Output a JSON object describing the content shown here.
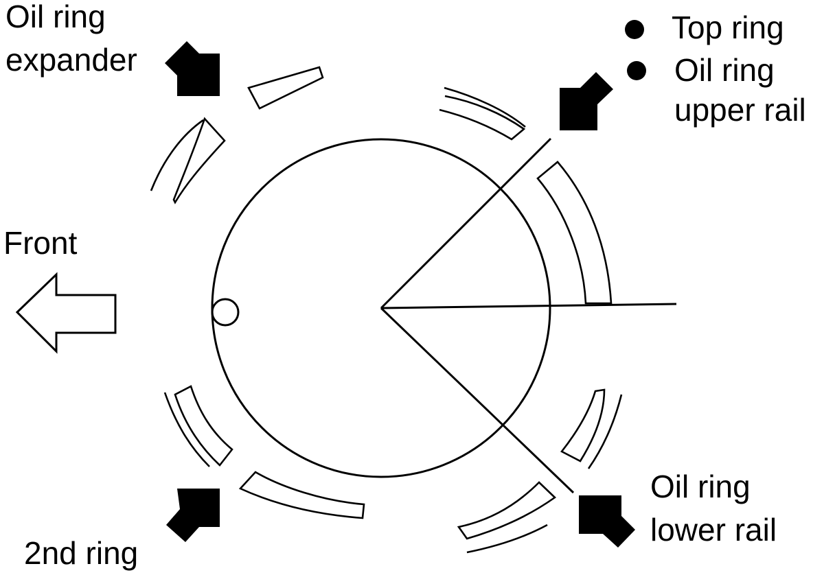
{
  "labels": {
    "oil_ring_expander_1": "Oil ring",
    "oil_ring_expander_2": "expander",
    "top_ring": "Top ring",
    "oil_ring_upper_1": "Oil ring",
    "oil_ring_upper_2": "upper rail",
    "front": "Front",
    "oil_ring_lower_1": "Oil ring",
    "oil_ring_lower_2": "lower rail",
    "second_ring": "2nd ring"
  },
  "colors": {
    "ink": "#000000",
    "paper": "#ffffff"
  }
}
